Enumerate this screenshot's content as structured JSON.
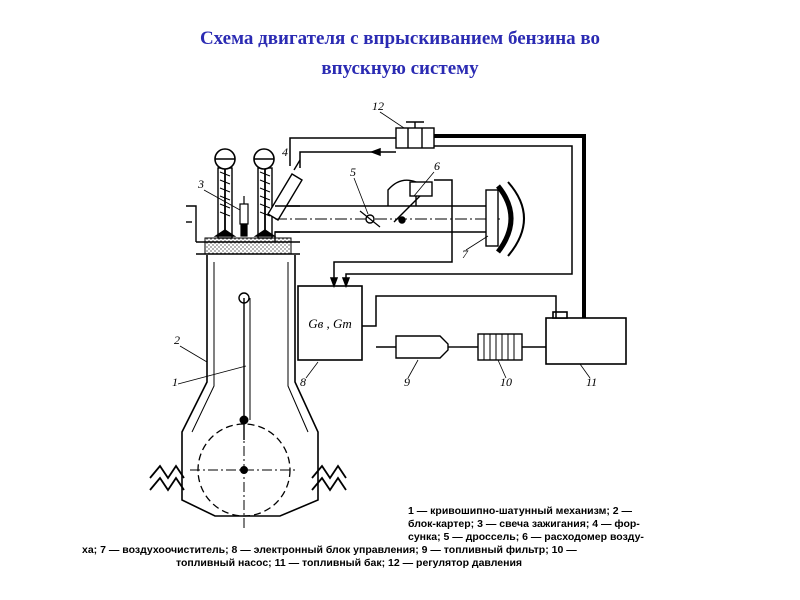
{
  "title": {
    "line1": "Схема двигателя с впрыскиванием бензина во",
    "line2": "впускную систему"
  },
  "labels": {
    "n1": "1",
    "n2": "2",
    "n3": "3",
    "n4": "4",
    "n5": "5",
    "n6": "6",
    "n7": "7",
    "n8": "8",
    "n9": "9",
    "n10": "10",
    "n11": "11",
    "n12": "12",
    "ecu_text": "Gв , Gт"
  },
  "caption": {
    "line1": "1 — кривошипно-шатунный механизм; 2 —",
    "line2": "блок-картер; 3 — свеча зажигания; 4 — фор-",
    "line3": "сунка; 5 — дроссель; 6 — расходомер возду-",
    "line4": "ха; 7 — воздухоочиститель; 8 — электронный блок управления; 9 — топливный фильтр; 10 —",
    "line5": "топливный насос; 11 — топливный бак; 12 — регулятор давления"
  }
}
